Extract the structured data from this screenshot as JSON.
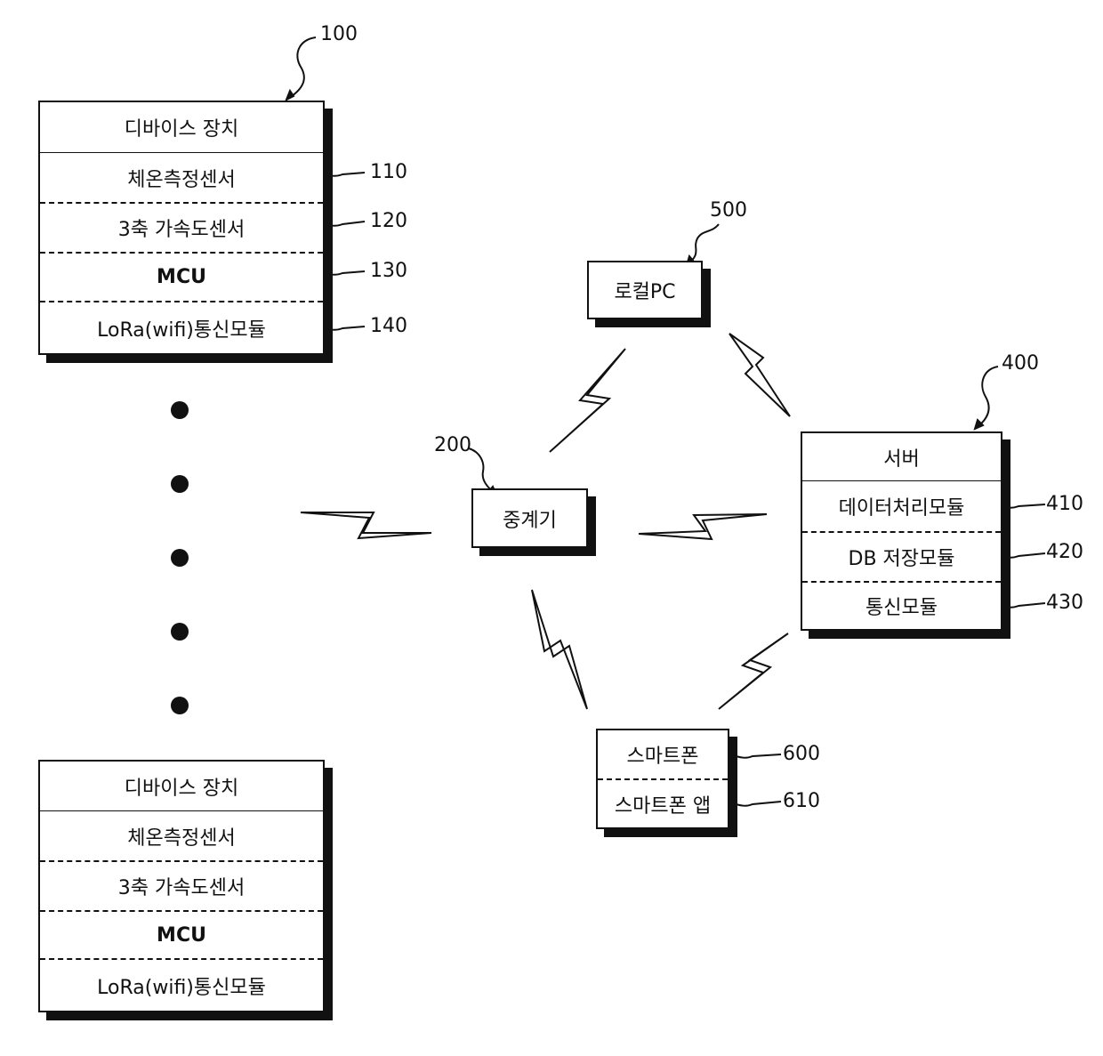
{
  "device_top": {
    "ref": "100",
    "title": "디바이스 장치",
    "modules": [
      {
        "label": "체온측정센서",
        "ref": "110"
      },
      {
        "label": "3축 가속도센서",
        "ref": "120"
      },
      {
        "label": "MCU",
        "ref": "130"
      },
      {
        "label": "LoRa(wifi)통신모듈",
        "ref": "140"
      }
    ]
  },
  "device_bottom": {
    "title": "디바이스 장치",
    "modules": [
      {
        "label": "체온측정센서"
      },
      {
        "label": "3축 가속도센서"
      },
      {
        "label": "MCU"
      },
      {
        "label": "LoRa(wifi)통신모듈"
      }
    ]
  },
  "repeater": {
    "ref": "200",
    "label": "중계기"
  },
  "local_pc": {
    "ref": "500",
    "label": "로컬PC"
  },
  "server": {
    "ref": "400",
    "title": "서버",
    "modules": [
      {
        "label": "데이터처리모듈",
        "ref": "410"
      },
      {
        "label": "DB 저장모듈",
        "ref": "420"
      },
      {
        "label": "통신모듈",
        "ref": "430"
      }
    ]
  },
  "smartphone": {
    "title": "스마트폰",
    "ref": "600",
    "app": {
      "label": "스마트폰 앱",
      "ref": "610"
    }
  }
}
